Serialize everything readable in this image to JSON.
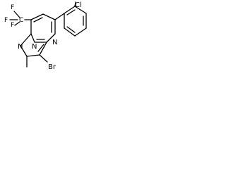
{
  "molecule": {
    "labels": {
      "cl": "Cl",
      "f1": "F",
      "f2": "F",
      "f3": "F",
      "c": "C",
      "n_upper": "N",
      "n_lower": "N",
      "n_right": "N",
      "br": "Br"
    }
  }
}
